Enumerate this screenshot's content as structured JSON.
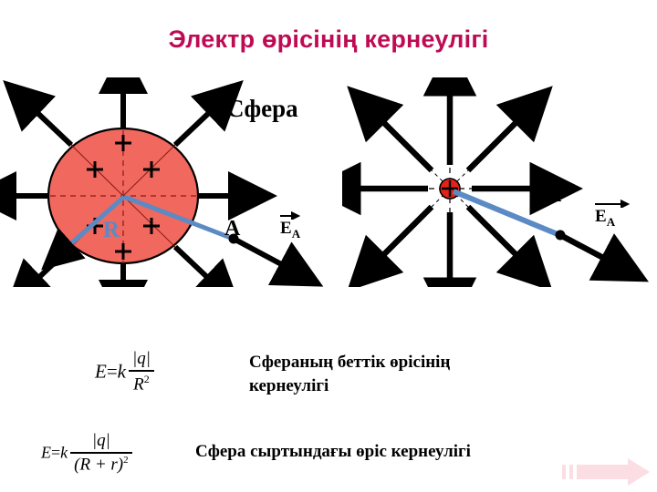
{
  "slide": {
    "title": "Электр өрісінің кернеулігі",
    "title_color": "#BE0B54",
    "background": "#ffffff"
  },
  "diagram_left": {
    "name": "charged-sphere-field-diagram",
    "sphere_label": "Сфера",
    "radius_label": "R",
    "radius_label_color": "#5B8AC4",
    "point_label": "A",
    "field_vector_label": "E",
    "field_vector_subscript": "A",
    "sphere_fill": "#F0685E",
    "sphere_stroke": "#000000",
    "charge_signs": [
      "+",
      "+",
      "+",
      "+",
      "+"
    ],
    "field_line_count": 8,
    "connector_color": "#5B8AC4"
  },
  "diagram_right": {
    "name": "point-charge-field-diagram",
    "point_label": "A",
    "field_vector_label": "E",
    "field_vector_subscript": "A",
    "charge_fill": "#E2231A",
    "charge_sign": "+",
    "field_line_count": 8,
    "connector_color": "#5B8AC4"
  },
  "formulas": [
    {
      "id": "surface-field",
      "lhs": "E",
      "equals": "=",
      "k": "k",
      "numerator": "|q|",
      "denominator": "R",
      "denominator_exponent": "2",
      "caption": "Сфераның беттік өрісінің кернеулігі"
    },
    {
      "id": "outside-field",
      "lhs": "E",
      "equals": "=",
      "k": "k",
      "numerator": "|q|",
      "denominator": "(R + r)",
      "denominator_exponent": "2",
      "caption": "Сфера сыртындағы  өріс кернеулігі"
    }
  ],
  "next_arrow": {
    "label": "next-slide-arrow",
    "color": "#FBDDE4"
  }
}
